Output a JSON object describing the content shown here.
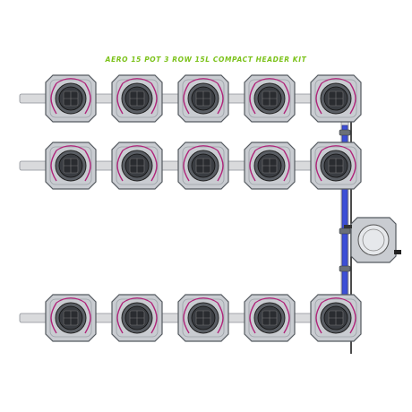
{
  "title": "AERO 15 POT 3 ROW 15L COMPACT HEADER KIT",
  "colors": {
    "title": "#7cc21a",
    "pot_body": "#c9ccd1",
    "pot_outline": "#555a60",
    "pot_lid": "#3a3d42",
    "pipe": "#d9dadc",
    "pipe_outline": "#8c9096",
    "tube": "#b0247a",
    "manifold_blue": "#3c4fd6",
    "manifold_outline": "#2a2f88",
    "black_line": "#111111"
  },
  "rows": [
    {
      "pots": 5
    },
    {
      "pots": 5
    },
    {
      "pots": 5
    }
  ],
  "reservoir": {
    "count": 1
  }
}
